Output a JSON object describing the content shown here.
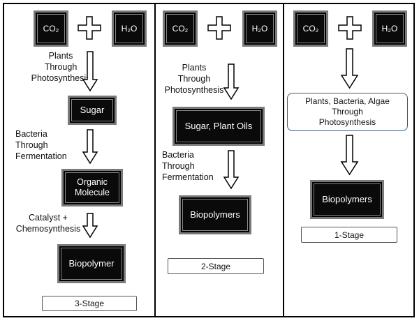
{
  "panels": [
    {
      "co2": "CO₂",
      "h2o": "H₂O",
      "step1_label": [
        "Plants",
        "Through",
        "Photosynthesis"
      ],
      "box1": "Sugar",
      "step2_label": [
        "Bacteria",
        "Through",
        "Fermentation"
      ],
      "box2": [
        "Organic",
        "Molecule"
      ],
      "step3_label": [
        "Catalyst +",
        "Chemosynthesis"
      ],
      "box3": "Biopolymer",
      "stage": "3-Stage"
    },
    {
      "co2": "CO₂",
      "h2o": "H₂O",
      "step1_label": [
        "Plants",
        "Through",
        "Photosynthesis"
      ],
      "box1": "Sugar, Plant Oils",
      "step2_label": [
        "Bacteria",
        "Through",
        "Fermentation"
      ],
      "box2": "Biopolymers",
      "stage": "2-Stage"
    },
    {
      "co2": "CO₂",
      "h2o": "H₂O",
      "step1_label": [
        "Plants, Bacteria, Algae",
        "Through",
        "Photosynthesis"
      ],
      "box1": "Biopolymers",
      "stage": "1-Stage"
    }
  ]
}
